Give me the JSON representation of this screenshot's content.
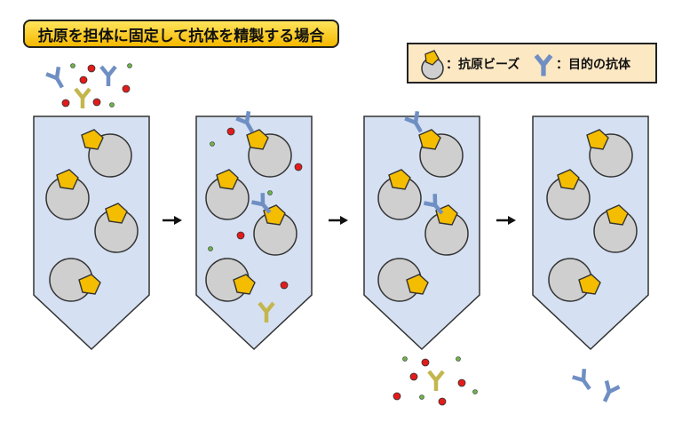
{
  "title": "抗原を担体に固定して抗体を精製する場合",
  "legend": {
    "bead_label": "：抗原ビーズ",
    "antibody_label": "：目的の抗体"
  },
  "colors": {
    "column_fill": "#d5e1f2",
    "column_stroke": "#333333",
    "bead_fill": "#cfcfcf",
    "antigen_fill": "#f5bd00",
    "target_antibody": "#6f8fc4",
    "other_antibody": "#c4b64e",
    "red_impurity": "#e31b1b",
    "green_impurity": "#6db34a"
  },
  "icons": [
    "arrow-right-icon",
    "antibody-y-icon",
    "antigen-bead-icon"
  ]
}
